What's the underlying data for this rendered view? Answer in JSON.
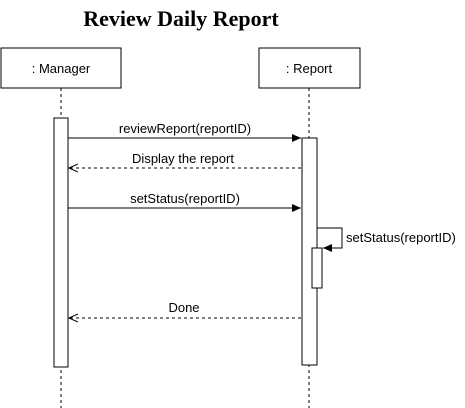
{
  "diagram": {
    "title": "Review Daily Report",
    "lifelines": [
      {
        "label": ": Manager"
      },
      {
        "label": ": Report"
      }
    ],
    "messages": [
      {
        "label": "reviewReport(reportID)",
        "kind": "sync"
      },
      {
        "label": "Display the report",
        "kind": "return"
      },
      {
        "label": "setStatus(reportID)",
        "kind": "sync"
      },
      {
        "label": "setStatus(reportID)",
        "kind": "self"
      },
      {
        "label": "Done",
        "kind": "return"
      }
    ]
  }
}
